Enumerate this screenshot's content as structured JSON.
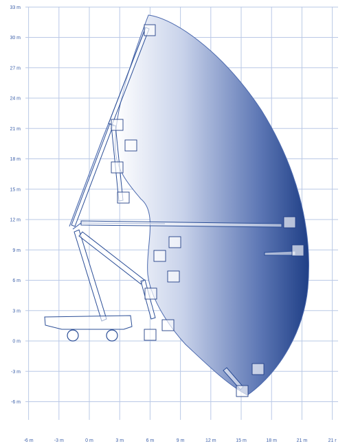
{
  "diagram": {
    "y_ticks": [
      {
        "value": 33,
        "label": "33 m"
      },
      {
        "value": 30,
        "label": "30 m"
      },
      {
        "value": 27,
        "label": "27 m"
      },
      {
        "value": 24,
        "label": "24 m"
      },
      {
        "value": 21,
        "label": "21 m"
      },
      {
        "value": 18,
        "label": "18 m"
      },
      {
        "value": 15,
        "label": "15 m"
      },
      {
        "value": 12,
        "label": "12 m"
      },
      {
        "value": 9,
        "label": "9 m"
      },
      {
        "value": 6,
        "label": "6 m"
      },
      {
        "value": 3,
        "label": "3 m"
      },
      {
        "value": 0,
        "label": "0 m"
      },
      {
        "value": -3,
        "label": "-3 m"
      },
      {
        "value": -6,
        "label": "-6 m"
      }
    ],
    "x_ticks": [
      {
        "value": -6,
        "label": "-6 m"
      },
      {
        "value": -3,
        "label": "-3 m"
      },
      {
        "value": 0,
        "label": "0 m"
      },
      {
        "value": 3,
        "label": "3 m"
      },
      {
        "value": 6,
        "label": "6 m"
      },
      {
        "value": 9,
        "label": "9 m"
      },
      {
        "value": 12,
        "label": "12 m"
      },
      {
        "value": 15,
        "label": "15 m"
      },
      {
        "value": 18,
        "label": "18 m"
      },
      {
        "value": 21,
        "label": "21 m"
      },
      {
        "value": 24,
        "label": "21 r"
      }
    ],
    "colors": {
      "grid": "#b9c8e6",
      "labels": "#3a5ea8",
      "envelope_light": "#ffffff",
      "envelope_dark": "#1f3f86",
      "machine": "#2a4d96"
    }
  }
}
